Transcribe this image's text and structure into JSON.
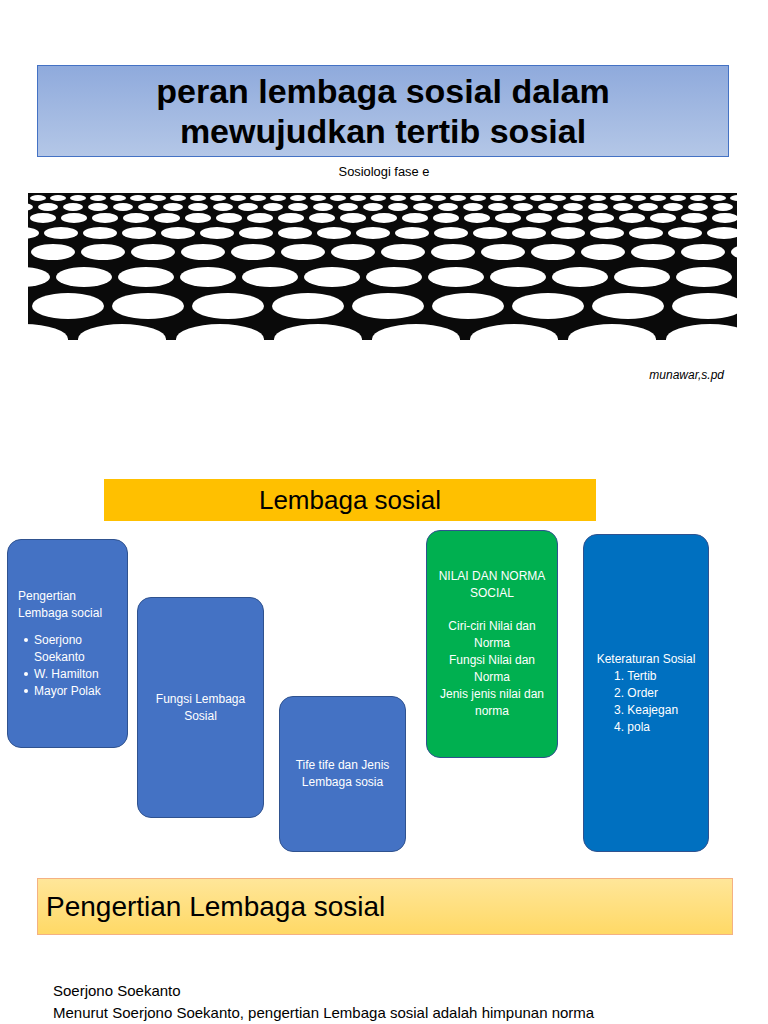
{
  "diagram": {
    "title": "peran lembaga sosial dalam mewujudkan tertib sosial",
    "nodes": [
      {
        "text": [
          "Lembaga sosial"
        ]
      },
      {
        "text": [
          "Pengertian Lembaga social",
          "Soerjono Soekanto",
          "W. Hamilton",
          "Mayor Polak"
        ]
      },
      {
        "text": [
          "Fungsi Lembaga Sosial"
        ]
      },
      {
        "text": [
          "Tife tife dan Jenis Lembaga sosia"
        ]
      },
      {
        "text": [
          "NILAI DAN NORMA SOCIAL",
          "Ciri-ciri Nilai dan Norma",
          "Fungsi Nilai dan Norma",
          "Jenis jenis nilai dan norma"
        ]
      },
      {
        "text": [
          "Keteraturan Sosial",
          "1. Tertib",
          "2. Order",
          "3. Keajegan",
          "4. pola"
        ]
      },
      {
        "text": [
          "Pengertian Lembaga sosial"
        ]
      }
    ],
    "labels": [
      "Sosiologi fase e",
      "munawar,s.pd",
      "Soerjono Soekanto",
      "Menurut Soerjono Soekanto, pengertian Lembaga sosial adalah himpunan norma"
    ]
  }
}
